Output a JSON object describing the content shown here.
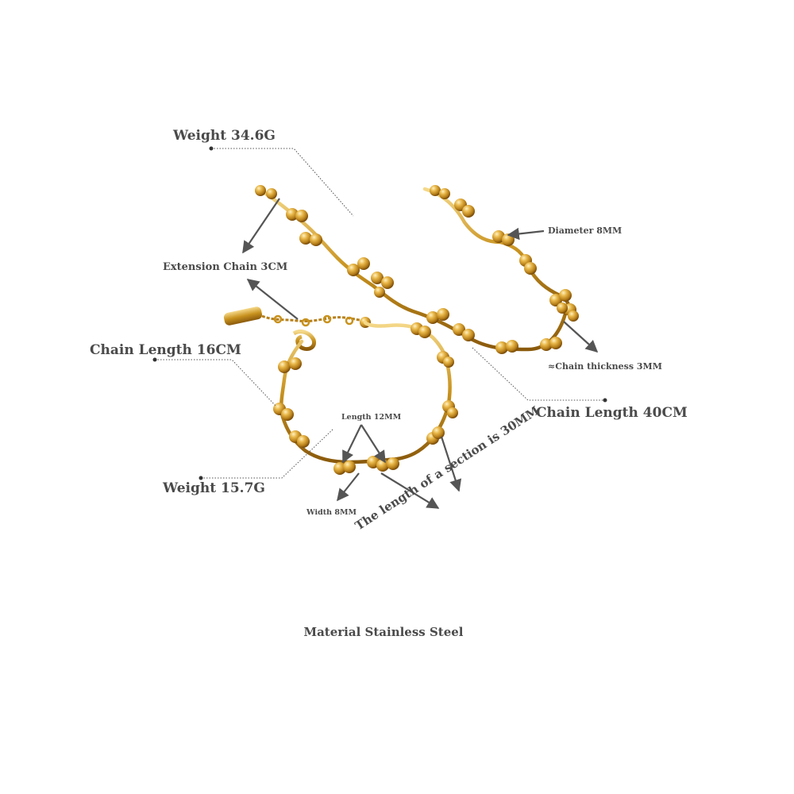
{
  "labels": {
    "weight_necklace": "Weight 34.6G",
    "extension_chain": "Extension Chain 3CM",
    "chain_length_bracelet": "Chain Length 16CM",
    "weight_bracelet": "Weight 15.7G",
    "diameter": "Diameter 8MM",
    "chain_thickness": "≈Chain thickness 3MM",
    "chain_length_necklace": "Chain Length 40CM",
    "length_link": "Length 12MM",
    "width_link": "Width 8MM",
    "section_length": "The length of a section is 30MM",
    "material": "Material Stainless Steel"
  },
  "colors": {
    "gold": "#c8921e",
    "gold_light": "#f3d27a",
    "gold_dark": "#8a5a0c",
    "text": "#4a4a4a",
    "arrow": "#555555"
  }
}
